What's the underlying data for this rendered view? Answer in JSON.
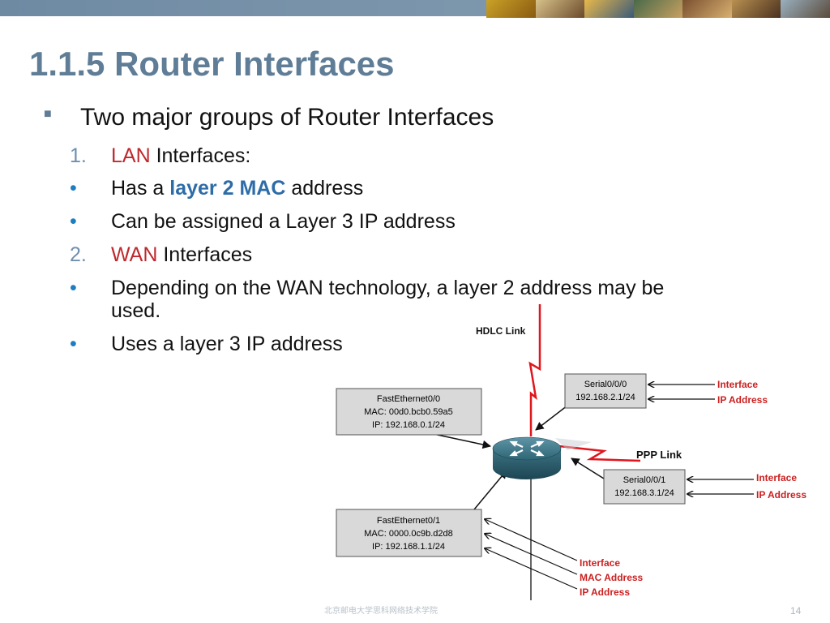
{
  "title": "1.1.5 Router Interfaces",
  "bullets": {
    "main": "Two major groups of Router Interfaces",
    "lan_num": "1.",
    "lan_label": "LAN",
    "lan_rest": " Interfaces:",
    "lan_b1_pre": "Has a ",
    "lan_b1_bold": "layer 2 MAC",
    "lan_b1_post": " address",
    "lan_b2": "Can be assigned a Layer 3 IP address",
    "wan_num": "2.",
    "wan_label": "WAN",
    "wan_rest": " Interfaces",
    "wan_b1_line1": "Depending on the WAN technology, a layer 2 address may be",
    "wan_b1_line2": "used.",
    "wan_b2": "Uses a layer 3 IP address"
  },
  "diagram": {
    "hdlc_label": "HDLC Link",
    "ppp_label": "PPP Link",
    "fe0": {
      "name": "FastEthernet0/0",
      "mac": "MAC: 00d0.bcb0.59a5",
      "ip": "IP: 192.168.0.1/24"
    },
    "fe1": {
      "name": "FastEthernet0/1",
      "mac": "MAC: 0000.0c9b.d2d8",
      "ip": "IP: 192.168.1.1/24"
    },
    "s000": {
      "name": "Serial0/0/0",
      "ip": "192.168.2.1/24"
    },
    "s001": {
      "name": "Serial0/0/1",
      "ip": "192.168.3.1/24"
    },
    "ann_s000": {
      "interface": "Interface",
      "ip": "IP Address"
    },
    "ann_s001": {
      "interface": "Interface",
      "ip": "IP Address"
    },
    "ann_fe1": {
      "interface": "Interface",
      "mac": "MAC Address",
      "ip": "IP Address"
    }
  },
  "footer": "北京邮电大学思科网络技术学院",
  "page_number": "14",
  "colors": {
    "title": "#5f7d96",
    "lan_wan_label": "#c0282d",
    "bold_blue": "#2e6ca8",
    "annotation": "#cc1f1f",
    "link_bolt": "#e0161c"
  }
}
